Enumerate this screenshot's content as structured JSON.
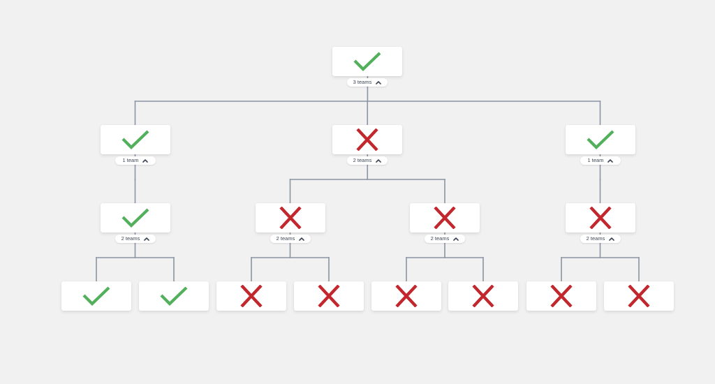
{
  "colors": {
    "check": "#52b05c",
    "cross": "#c1272d",
    "connector": "#8a94a3",
    "background": "#f1f1f1"
  },
  "icons": {
    "pass": "check-icon",
    "fail": "cross-icon",
    "expanded": "chevron-up-icon"
  },
  "tree": {
    "status": "pass",
    "teams_label": "3 teams",
    "children": [
      {
        "status": "pass",
        "teams_label": "1 team",
        "children": [
          {
            "status": "pass",
            "teams_label": "2 teams",
            "children": [
              {
                "status": "pass"
              },
              {
                "status": "pass"
              }
            ]
          }
        ]
      },
      {
        "status": "fail",
        "teams_label": "2 teams",
        "children": [
          {
            "status": "fail",
            "teams_label": "2 teams",
            "children": [
              {
                "status": "fail"
              },
              {
                "status": "fail"
              }
            ]
          },
          {
            "status": "fail",
            "teams_label": "2 teams",
            "children": [
              {
                "status": "fail"
              },
              {
                "status": "fail"
              }
            ]
          }
        ]
      },
      {
        "status": "pass",
        "teams_label": "1 team",
        "children": [
          {
            "status": "fail",
            "teams_label": "2 teams",
            "children": [
              {
                "status": "fail"
              },
              {
                "status": "fail"
              }
            ]
          }
        ]
      }
    ]
  }
}
